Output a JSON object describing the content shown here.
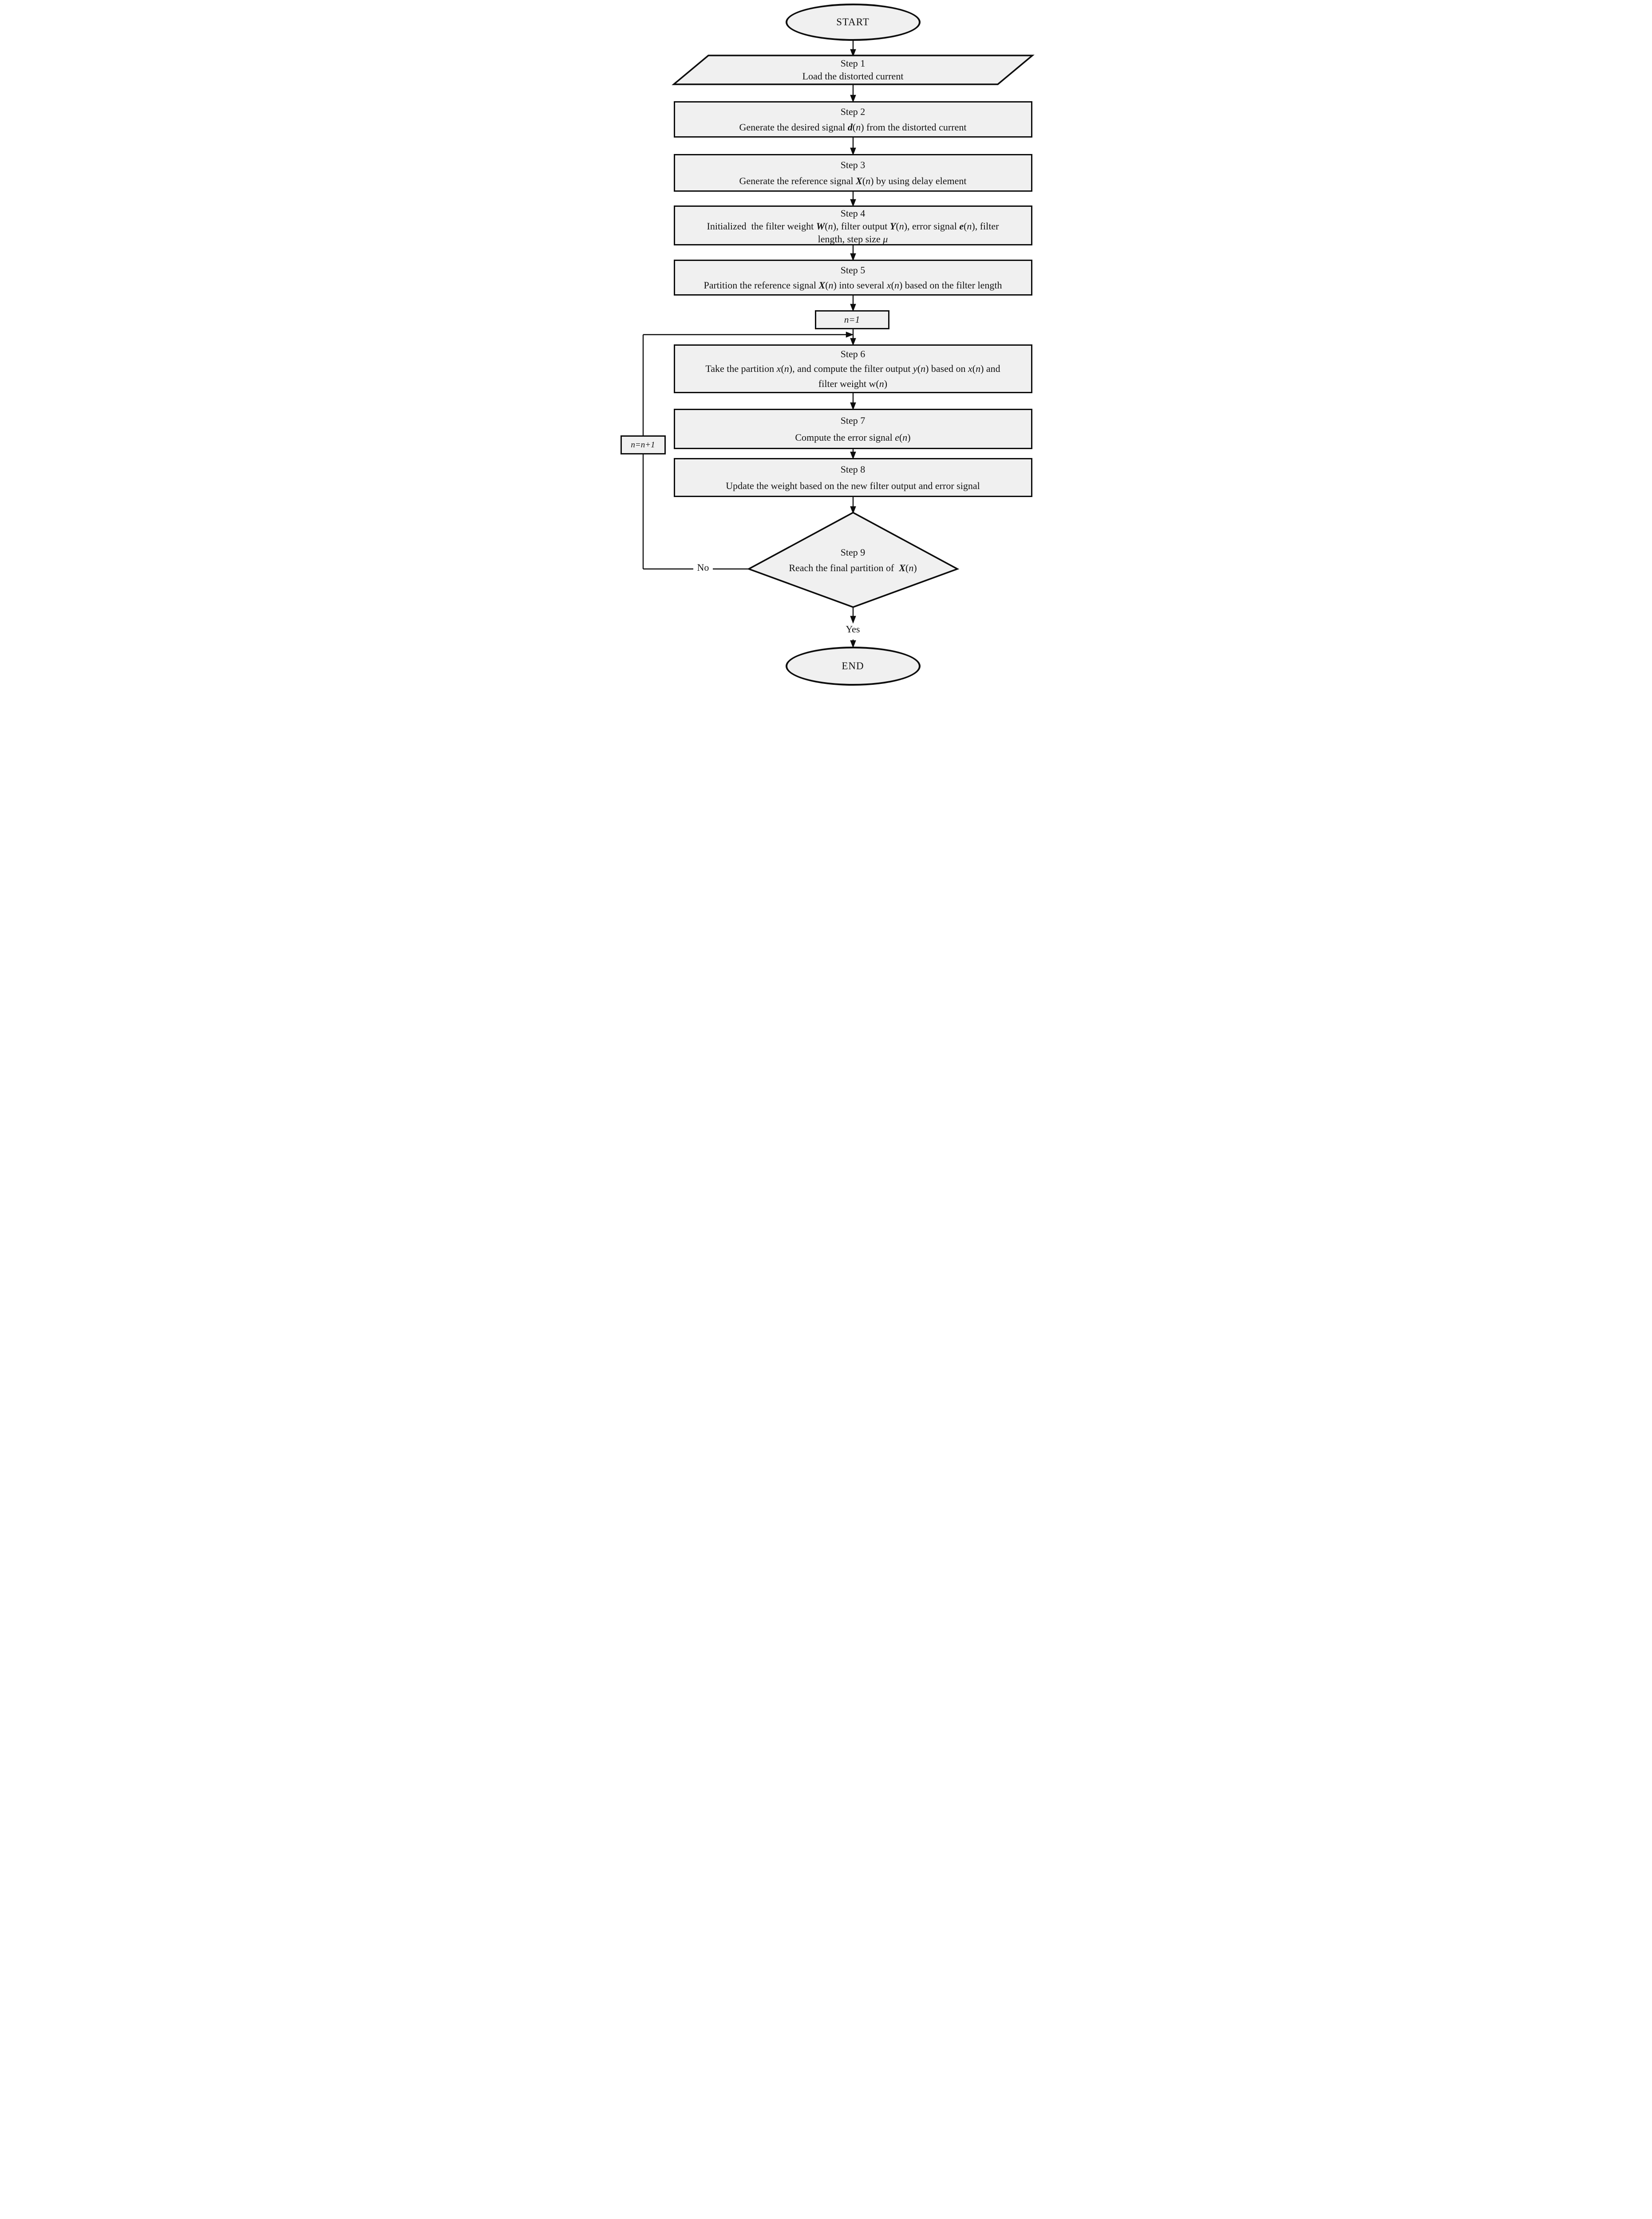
{
  "flowchart": {
    "colors": {
      "shape_fill": "#f0f0f0",
      "shape_stroke": "#0d0d0d",
      "background": "#ffffff",
      "text": "#121212"
    },
    "terminators": {
      "start": "START",
      "end": "END"
    },
    "edge_labels": {
      "yes": "Yes",
      "no": "No"
    },
    "counters": {
      "init": "n=1",
      "increment": "n=n+1"
    },
    "steps": {
      "step1": {
        "shape": "parallelogram",
        "title": "Step 1",
        "lines": [
          [
            [
              "Load the distorted current",
              "n"
            ]
          ]
        ]
      },
      "step2": {
        "shape": "process",
        "title": "Step 2",
        "lines": [
          [
            [
              "Generate the desired signal ",
              "n"
            ],
            [
              "d",
              "b"
            ],
            [
              "(",
              "n"
            ],
            [
              "n",
              "i"
            ],
            [
              ")",
              "n"
            ],
            [
              " from the distorted current",
              "n"
            ]
          ]
        ]
      },
      "step3": {
        "shape": "process",
        "title": "Step 3",
        "lines": [
          [
            [
              "Generate the reference signal ",
              "n"
            ],
            [
              "X",
              "b"
            ],
            [
              "(",
              "n"
            ],
            [
              "n",
              "i"
            ],
            [
              ")",
              "n"
            ],
            [
              " by using delay element",
              "n"
            ]
          ]
        ]
      },
      "step4": {
        "shape": "process",
        "title": "Step 4",
        "lines": [
          [
            [
              "Initialized  the filter weight ",
              "n"
            ],
            [
              "W",
              "b"
            ],
            [
              "(",
              "n"
            ],
            [
              "n",
              "i"
            ],
            [
              ")",
              "n"
            ],
            [
              ", filter output ",
              "n"
            ],
            [
              "Y",
              "b"
            ],
            [
              "(",
              "n"
            ],
            [
              "n",
              "i"
            ],
            [
              ")",
              "n"
            ],
            [
              ", error signal ",
              "n"
            ],
            [
              "e",
              "b"
            ],
            [
              "(",
              "n"
            ],
            [
              "n",
              "i"
            ],
            [
              ")",
              "n"
            ],
            [
              ", filter",
              "n"
            ]
          ],
          [
            [
              "length, step size ",
              "n"
            ],
            [
              "μ",
              "i"
            ]
          ]
        ]
      },
      "step5": {
        "shape": "process",
        "title": "Step 5",
        "lines": [
          [
            [
              "Partition the reference signal ",
              "n"
            ],
            [
              "X",
              "b"
            ],
            [
              "(",
              "n"
            ],
            [
              "n",
              "i"
            ],
            [
              ")",
              "n"
            ],
            [
              " into several ",
              "n"
            ],
            [
              "x",
              "i"
            ],
            [
              "(",
              "n"
            ],
            [
              "n",
              "i"
            ],
            [
              ")",
              "n"
            ],
            [
              " based on the filter length",
              "n"
            ]
          ]
        ]
      },
      "step6": {
        "shape": "process",
        "title": "Step 6",
        "lines": [
          [
            [
              "Take the partition ",
              "n"
            ],
            [
              "x",
              "i"
            ],
            [
              "(",
              "n"
            ],
            [
              "n",
              "i"
            ],
            [
              ")",
              "n"
            ],
            [
              ", and compute the filter output ",
              "n"
            ],
            [
              "y",
              "i"
            ],
            [
              "(",
              "n"
            ],
            [
              "n",
              "i"
            ],
            [
              ")",
              "n"
            ],
            [
              " based on ",
              "n"
            ],
            [
              "x",
              "i"
            ],
            [
              "(",
              "n"
            ],
            [
              "n",
              "i"
            ],
            [
              ")",
              "n"
            ],
            [
              " and",
              "n"
            ]
          ],
          [
            [
              "filter weight w(",
              "n"
            ],
            [
              "n",
              "i"
            ],
            [
              ")",
              "n"
            ]
          ]
        ]
      },
      "step7": {
        "shape": "process",
        "title": "Step 7",
        "lines": [
          [
            [
              "Compute the error signal ",
              "n"
            ],
            [
              "e",
              "i"
            ],
            [
              "(",
              "n"
            ],
            [
              "n",
              "i"
            ],
            [
              ")",
              "n"
            ]
          ]
        ]
      },
      "step8": {
        "shape": "process",
        "title": "Step 8",
        "lines": [
          [
            [
              "Update the weight based on the new filter output and error signal",
              "n"
            ]
          ]
        ]
      },
      "step9": {
        "shape": "decision",
        "title": "Step 9",
        "lines": [
          [
            [
              "Reach the final partition of  ",
              "n"
            ],
            [
              "X",
              "b"
            ],
            [
              "(",
              "n"
            ],
            [
              "n",
              "i"
            ],
            [
              ")",
              "n"
            ]
          ]
        ]
      }
    }
  }
}
